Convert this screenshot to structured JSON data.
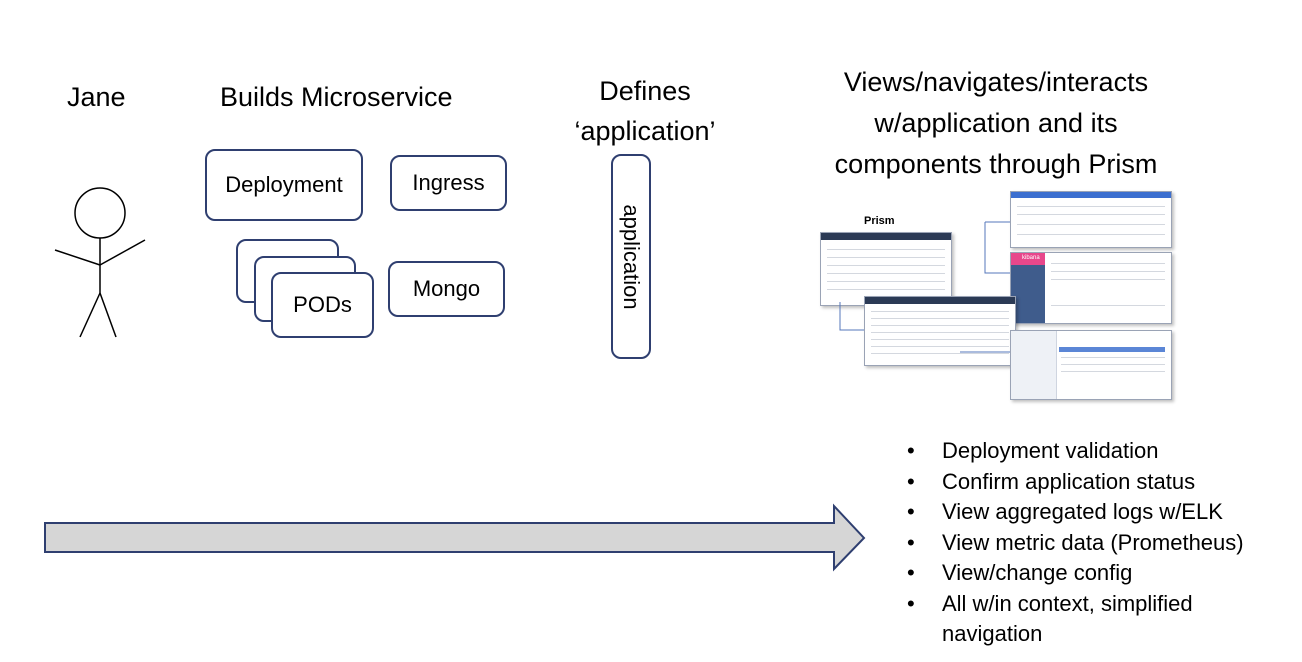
{
  "actor": {
    "name": "Jane"
  },
  "columns": {
    "builds": "Builds Microservice",
    "defines_line1": "Defines",
    "defines_line2": "‘application’",
    "views_line1": "Views/navigates/interacts",
    "views_line2": "w/application and its",
    "views_line3": "components through Prism"
  },
  "components": {
    "deployment": "Deployment",
    "ingress": "Ingress",
    "pods": "PODs",
    "mongo": "Mongo"
  },
  "application_box": "application",
  "prism": {
    "title": "Prism",
    "kibana": "kibana"
  },
  "bullets": [
    "Deployment validation",
    "Confirm application status",
    "View aggregated logs w/ELK",
    "View  metric data (Prometheus)",
    "View/change config",
    "All w/in context, simplified navigation"
  ],
  "colors": {
    "box_border": "#2f3f70",
    "arrow_fill": "#d6d6d6",
    "arrow_stroke": "#2f3f70",
    "kibana_pink": "#e8478b"
  }
}
